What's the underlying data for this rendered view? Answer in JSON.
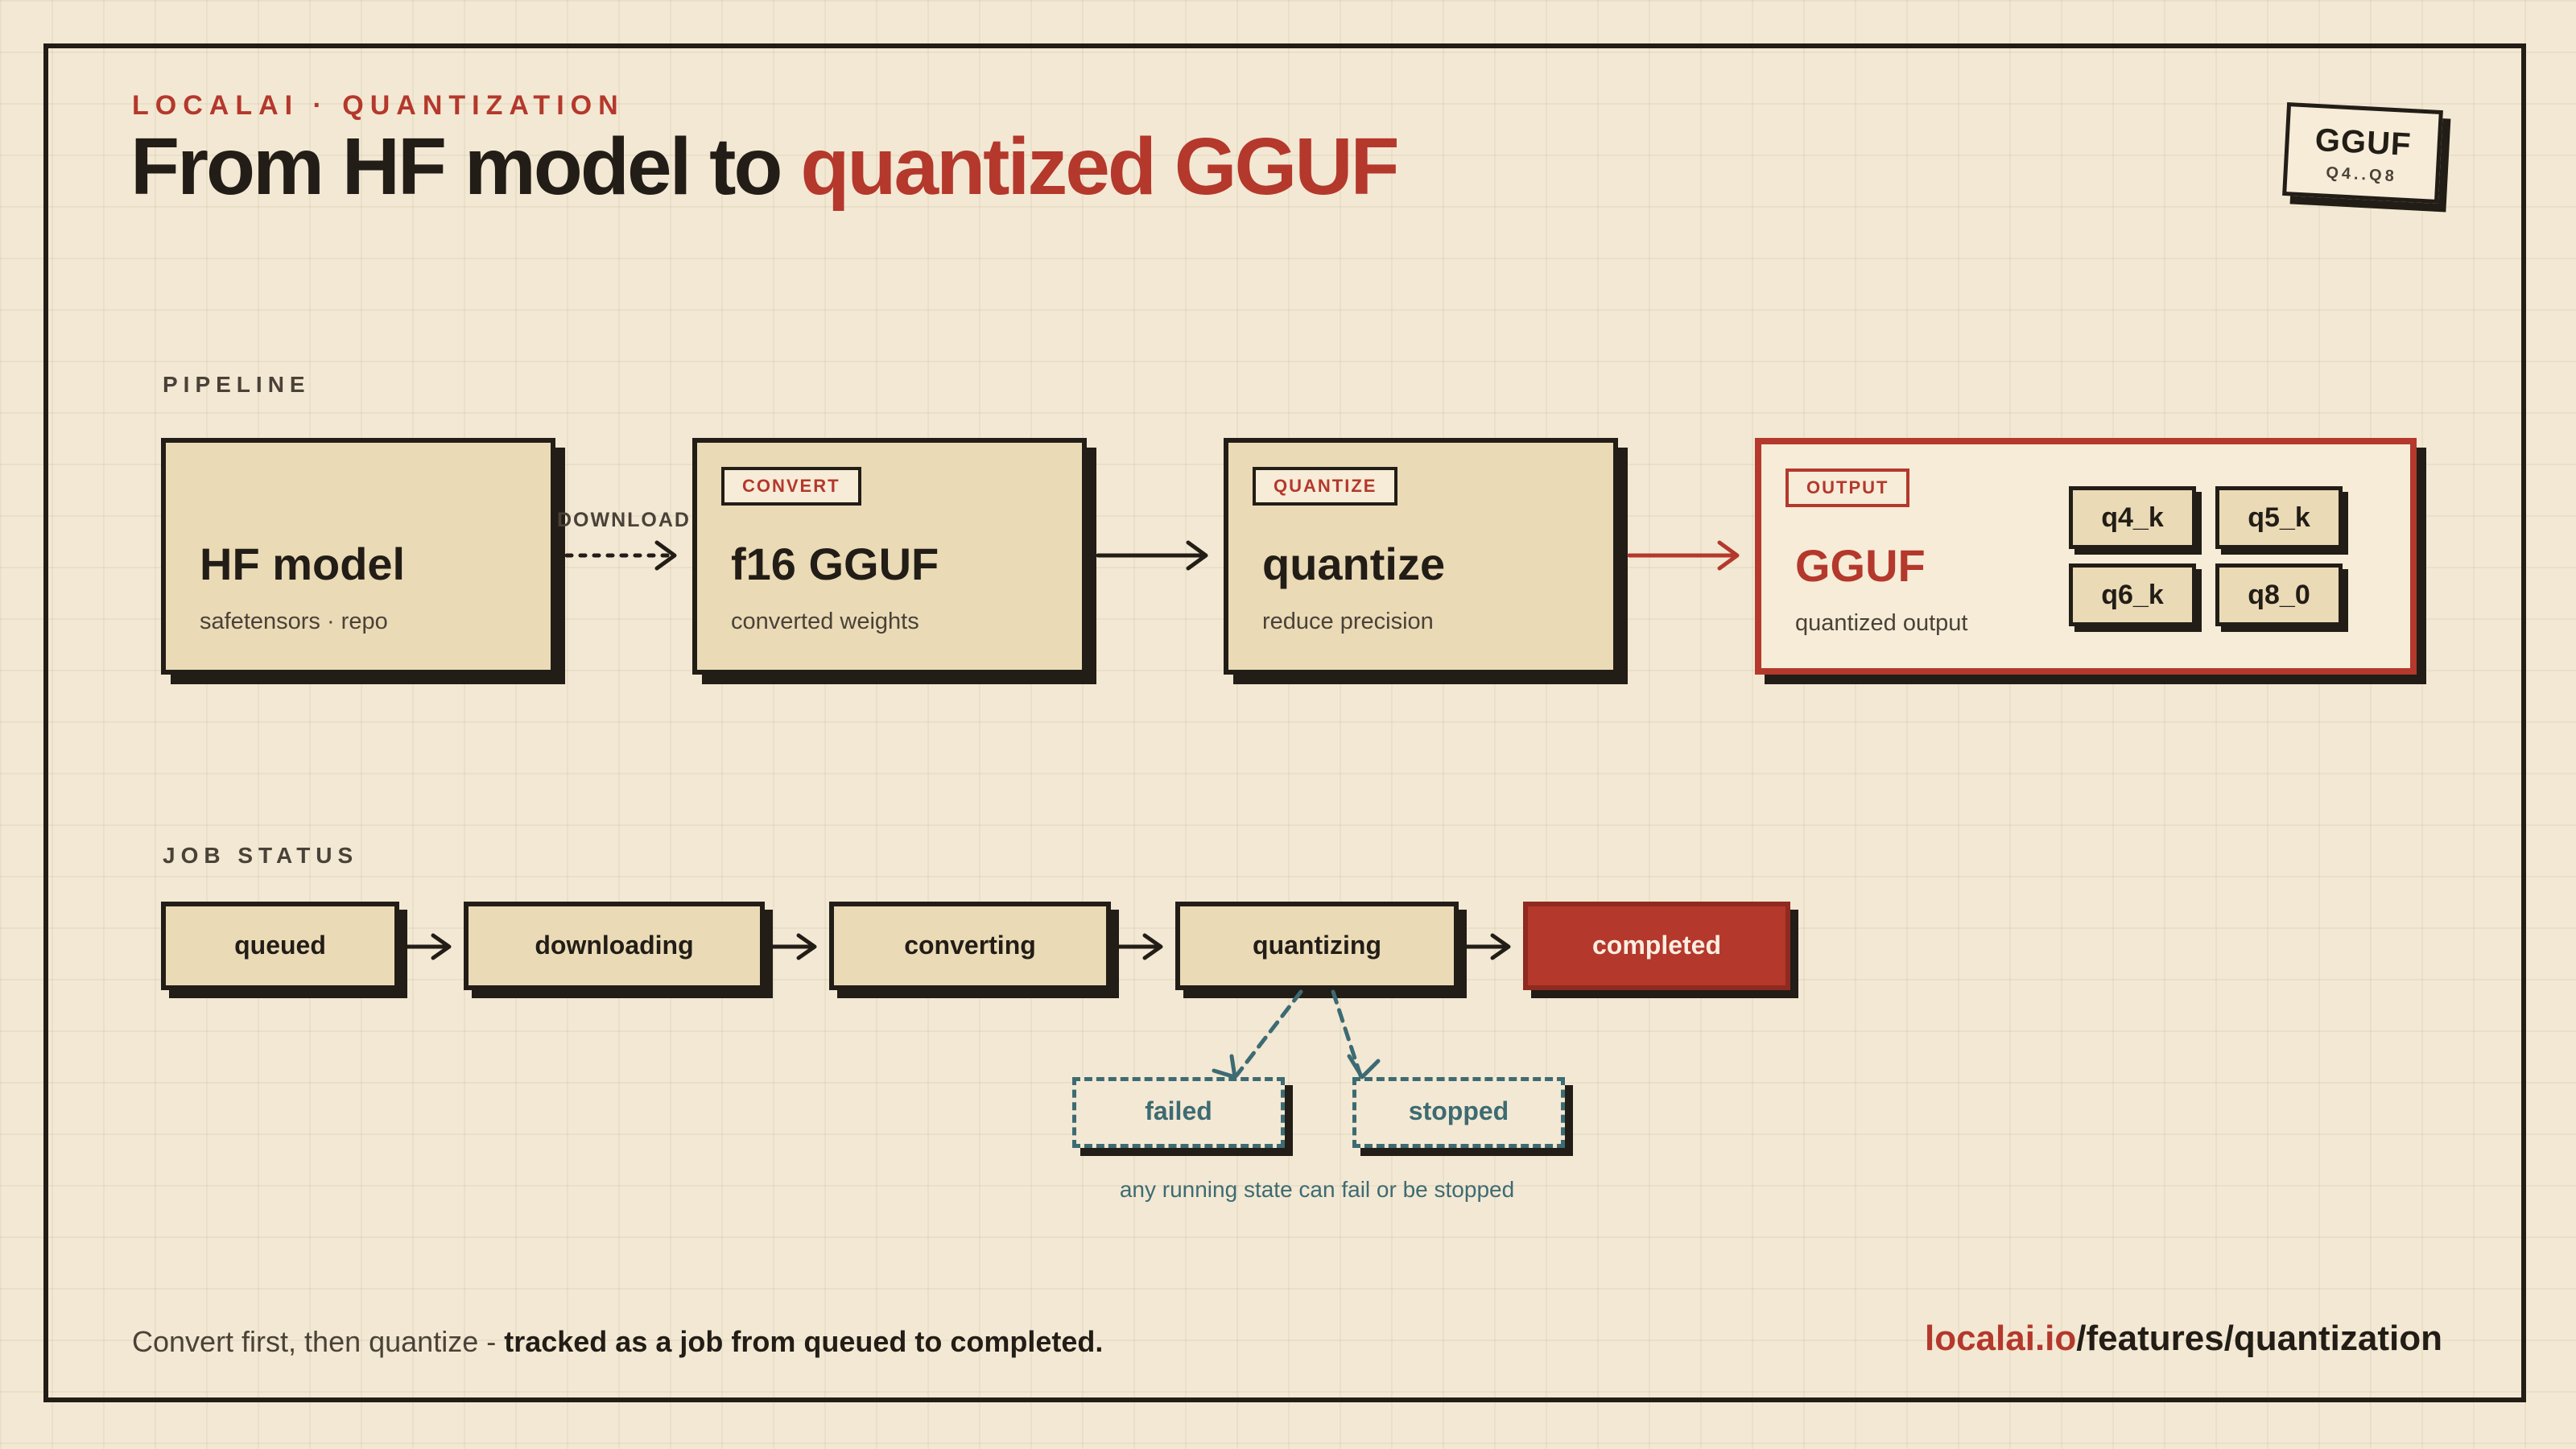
{
  "header": {
    "kicker": "LOCALAI · QUANTIZATION",
    "title_plain": "From HF model to ",
    "title_accent": "quantized GGUF",
    "badge_title": "GGUF",
    "badge_sub": "Q4..Q8"
  },
  "pipeline": {
    "label": "PIPELINE",
    "download_label": "DOWNLOAD",
    "nodes": [
      {
        "tag": "",
        "title": "HF model",
        "subtitle": "safetensors · repo"
      },
      {
        "tag": "CONVERT",
        "title": "f16 GGUF",
        "subtitle": "converted weights"
      },
      {
        "tag": "QUANTIZE",
        "title": "quantize",
        "subtitle": "reduce precision"
      },
      {
        "tag": "OUTPUT",
        "title": "GGUF",
        "subtitle": "quantized output"
      }
    ],
    "quant_types": [
      "q4_k",
      "q5_k",
      "q6_k",
      "q8_0"
    ]
  },
  "job_status": {
    "label": "JOB STATUS",
    "states": [
      "queued",
      "downloading",
      "converting",
      "quantizing",
      "completed"
    ],
    "alt_states": [
      "failed",
      "stopped"
    ],
    "note": "any running state can fail or be stopped"
  },
  "footer": {
    "caption_plain": "Convert first, then quantize - ",
    "caption_strong": "tracked as a job from queued to completed.",
    "url_domain": "localai.io",
    "url_path": "/features/quantization"
  },
  "colors": {
    "background": "#f3e8d3",
    "ink": "#221d16",
    "accent": "#b4382c",
    "box_fill": "#eadab6",
    "alt_state": "#3d6b73"
  }
}
